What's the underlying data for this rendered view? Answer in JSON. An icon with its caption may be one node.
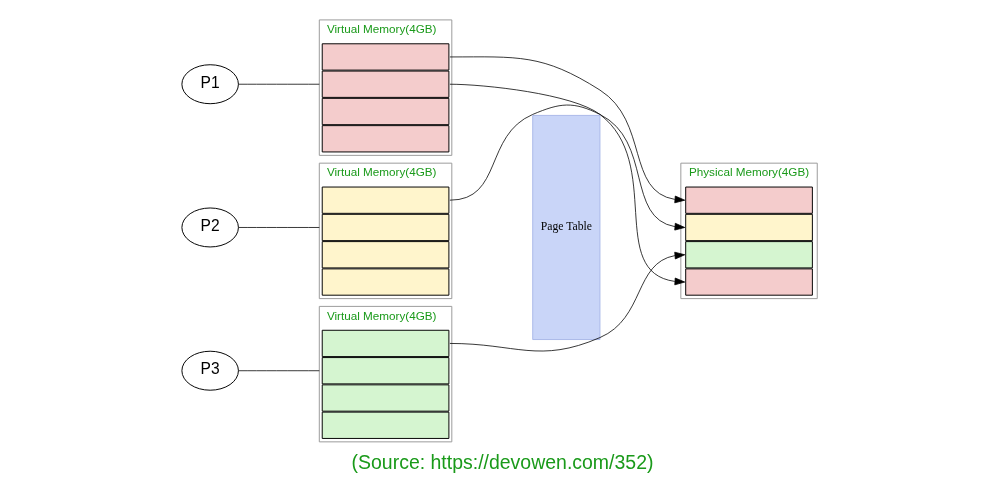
{
  "diagram": {
    "caption": "(Source: https://devowen.com/352)",
    "nodes": [
      {
        "text": [
          "P1"
        ]
      },
      {
        "text": [
          "Virtual Memory(4GB)"
        ]
      },
      {
        "text": [],
        "shape": "box",
        "in": 1
      },
      {
        "text": [],
        "shape": "box",
        "in": 1
      },
      {
        "text": [],
        "shape": "box",
        "in": 1
      },
      {
        "text": [],
        "shape": "box",
        "in": 1
      },
      {
        "text": [
          "P2"
        ]
      },
      {
        "text": [
          "Virtual Memory(4GB)"
        ]
      },
      {
        "text": [],
        "shape": "box",
        "in": 7
      },
      {
        "text": [],
        "shape": "box",
        "in": 7
      },
      {
        "text": [],
        "shape": "box",
        "in": 7
      },
      {
        "text": [],
        "shape": "box",
        "in": 7
      },
      {
        "text": [
          "P3"
        ]
      },
      {
        "text": [
          "Virtual Memory(4GB)"
        ]
      },
      {
        "text": [],
        "shape": "box",
        "in": 13
      },
      {
        "text": [],
        "shape": "box",
        "in": 13
      },
      {
        "text": [],
        "shape": "box",
        "in": 13
      },
      {
        "text": [],
        "shape": "box",
        "in": 13
      },
      {
        "text": [
          "Page Table"
        ]
      },
      {
        "text": [
          "Physical Memory(4GB)"
        ]
      },
      {
        "text": [],
        "shape": "box",
        "in": 19
      },
      {
        "text": [],
        "shape": "box",
        "in": 19
      },
      {
        "text": [],
        "shape": "box",
        "in": 19
      },
      {
        "text": [],
        "shape": "box",
        "in": 19
      }
    ],
    "edges": [
      {
        "from": 0,
        "to": 1,
        "arrow": "none"
      },
      {
        "from": 6,
        "to": 7,
        "arrow": "none"
      },
      {
        "from": 12,
        "to": 13,
        "arrow": "none"
      },
      {
        "from": 2,
        "to": 20,
        "arrow": "to"
      },
      {
        "from": 3,
        "to": 23,
        "arrow": "to"
      },
      {
        "from": 8,
        "to": 21,
        "arrow": "to"
      },
      {
        "from": 14,
        "to": 22,
        "arrow": "to"
      }
    ]
  }
}
